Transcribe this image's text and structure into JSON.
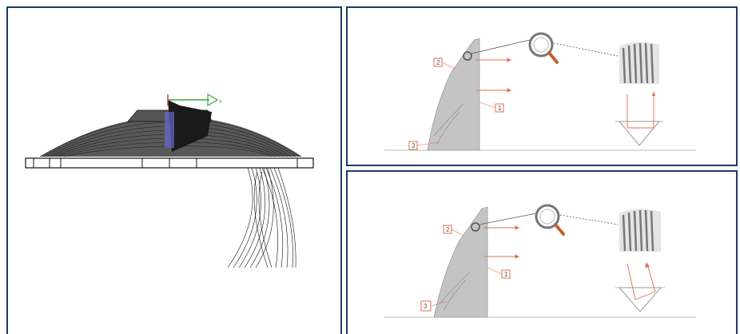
{
  "left_panel": {
    "axis_label": "x"
  },
  "top_right": {
    "labels": [
      "2",
      "1",
      "3"
    ]
  },
  "bottom_right": {
    "labels": [
      "2",
      "1",
      "3"
    ]
  },
  "colors": {
    "frame": "#1f3a68",
    "arrow": "#e07050",
    "mesh": "#111111",
    "axis_green": "#3aa63a"
  }
}
